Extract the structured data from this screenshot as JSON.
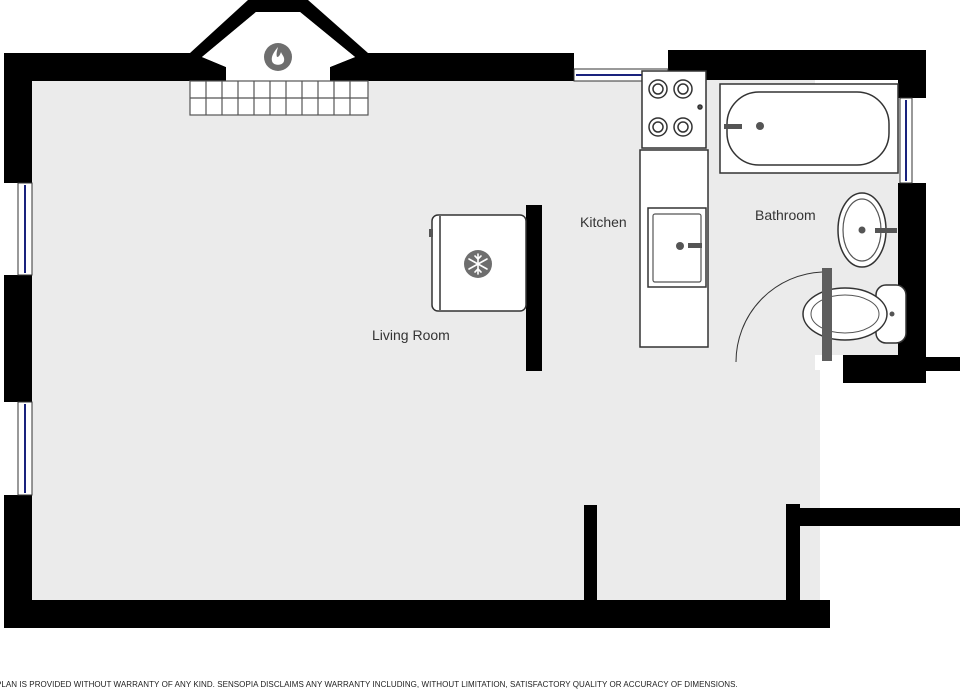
{
  "rooms": {
    "living_room": "Living Room",
    "kitchen": "Kitchen",
    "bathroom": "Bathroom"
  },
  "disclaimer": "PLAN IS PROVIDED WITHOUT WARRANTY OF ANY KIND. SENSOPIA DISCLAIMS ANY WARRANTY INCLUDING, WITHOUT LIMITATION, SATISFACTORY QUALITY OR ACCURACY OF DIMENSIONS.",
  "colors": {
    "wall": "#000000",
    "floor": "#ebebeb",
    "window": "#1a237e",
    "fixture_stroke": "#555555",
    "fixture_fill": "#ffffff"
  },
  "icons": [
    "fireplace-flame-icon",
    "snowflake-icon"
  ]
}
